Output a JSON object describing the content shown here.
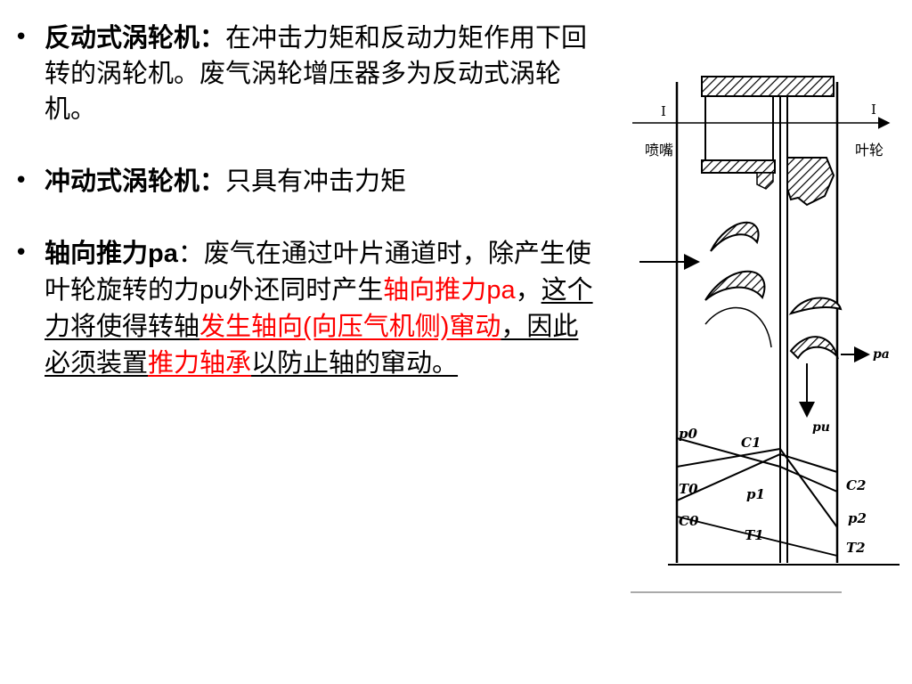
{
  "bullets": [
    {
      "term": "反动式涡轮机：",
      "text": "在冲击力矩和反动力矩作用下回转的涡轮机。废气涡轮增压器多为反动式涡轮机。"
    },
    {
      "term": "冲动式涡轮机：",
      "text": "只具有冲击力矩"
    },
    {
      "term_cn": "轴向推力",
      "term_latin": "pa",
      "term_colon": "：",
      "t1": "废气在通过叶片通道时，除产生使叶轮旋转的力",
      "t1_latin": "pu",
      "t2": "外还同时产生",
      "red1_cn": "轴向推力",
      "red1_latin": "pa",
      "comma": "，",
      "u1": "这个力将使得转轴",
      "red2_a": "发生轴向",
      "red2_b": "(向压气机侧)",
      "red2_c": "窜动",
      "u2": "，因此必须装置",
      "red3": "推力轴承",
      "u3": "以防止轴的窜动。"
    }
  ],
  "diagram": {
    "section_left": "I",
    "section_right": "I",
    "nozzle_label": "喷嘴",
    "impeller_label": "叶轮",
    "force_pa": "pa",
    "force_pu": "pu",
    "p0": "p0",
    "T0": "T0",
    "C0": "C0",
    "C1": "C1",
    "p1": "p1",
    "T1": "T1",
    "C2": "C2",
    "p2": "p2",
    "T2": "T2"
  },
  "colors": {
    "text": "#000000",
    "emphasis": "#ff0000",
    "background": "#ffffff"
  }
}
